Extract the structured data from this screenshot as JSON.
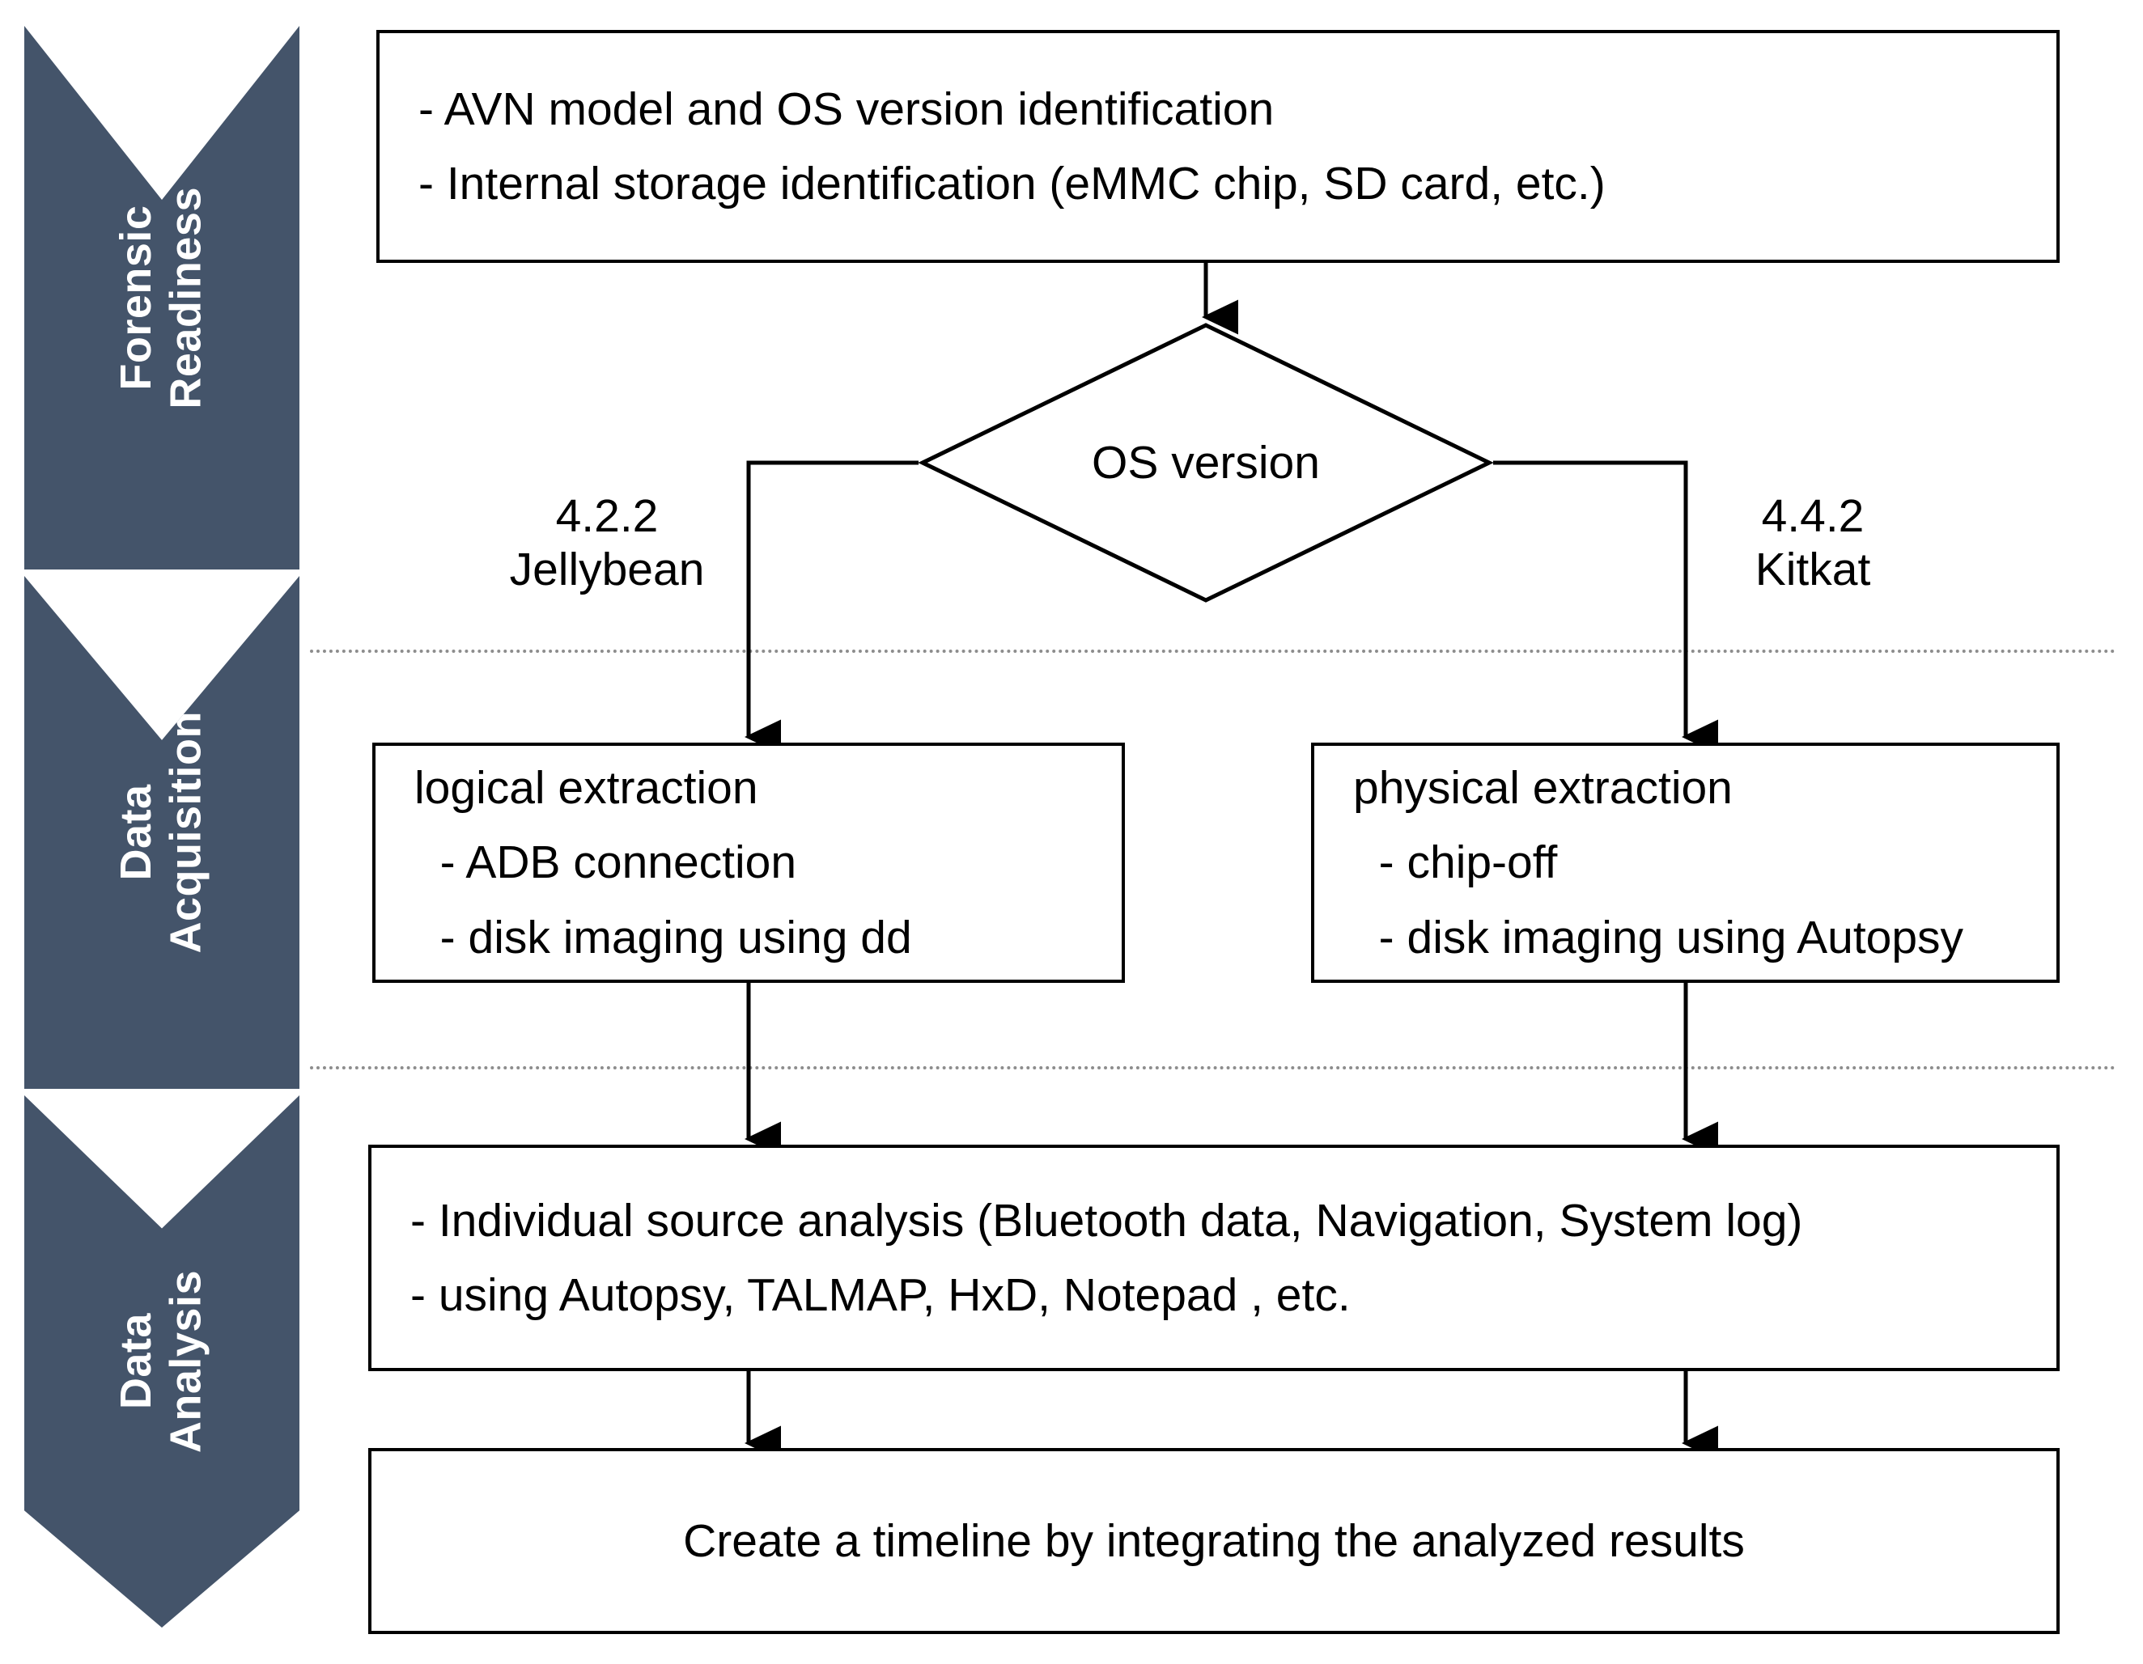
{
  "colors": {
    "phase_band": "#44546A",
    "phase_text": "#FFFFFF",
    "box_border": "#000000",
    "box_fill": "#FFFFFF",
    "separator": "#8D8D8D",
    "connector": "#000000"
  },
  "phases": [
    {
      "id": "forensic-readiness",
      "label": "Forensic\nReadiness"
    },
    {
      "id": "data-acquisition",
      "label": "Data\nAcquisition"
    },
    {
      "id": "data-analysis",
      "label": "Data\nAnalysis"
    }
  ],
  "nodes": {
    "identify": {
      "id": "avn-identification",
      "lines": [
        "- AVN model and OS version identification",
        "- Internal storage identification (eMMC chip, SD card, etc.)"
      ]
    },
    "decision": {
      "id": "os-version-decision",
      "label": "OS version",
      "shape": "diamond"
    },
    "logical": {
      "id": "logical-extraction",
      "lines": [
        "logical extraction",
        "  - ADB connection",
        "  - disk imaging using dd"
      ]
    },
    "physical": {
      "id": "physical-extraction",
      "lines": [
        "physical extraction",
        "  - chip-off",
        "  - disk imaging using Autopsy"
      ]
    },
    "analysis": {
      "id": "source-analysis",
      "lines": [
        "- Individual source analysis (Bluetooth data, Navigation, System log)",
        "- using Autopsy, TALMAP, HxD, Notepad , etc."
      ]
    },
    "timeline": {
      "id": "create-timeline",
      "lines": [
        "Create a timeline by integrating the analyzed results"
      ]
    }
  },
  "branches": [
    {
      "id": "branch-jellybean",
      "side": "left",
      "label": "4.2.2\nJellybean"
    },
    {
      "id": "branch-kitkat",
      "side": "right",
      "label": "4.4.2\nKitkat"
    }
  ]
}
